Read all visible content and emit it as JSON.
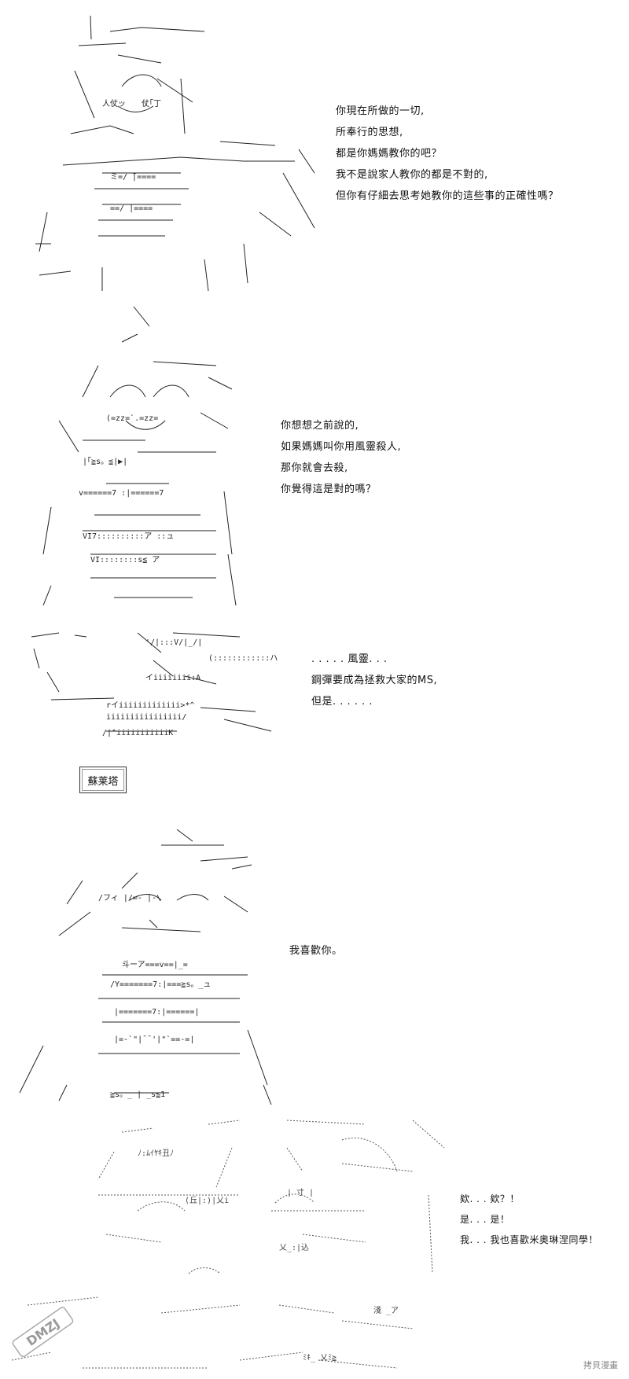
{
  "panels": [
    {
      "lines": [
        "你現在所做的一切,",
        "所奉行的思想,",
        "都是你媽媽教你的吧？",
        "我不是說家人教你的都是不對的,",
        "但你有仔細去思考她教你的這些事的正確性嗎？"
      ]
    },
    {
      "lines": [
        "你想想之前說的,",
        "如果媽媽叫你用風靈殺人,",
        "那你就會去殺,",
        "你覺得這是對的嗎？"
      ]
    },
    {
      "lines": [
        ". . . . . 風靈. . .",
        "鋼彈要成為拯救大家的MS,",
        "但是. . . . . ."
      ]
    },
    {
      "speaker": "蘇莱塔",
      "lines": [
        "我喜歡你。"
      ]
    },
    {
      "lines": [
        "欸. . . 欸？！",
        "是. . . 是！",
        "我. . . 我也喜歡米奧琳涅同學！"
      ]
    }
  ],
  "watermark": {
    "logo": "DMZJ",
    "text": "拷貝漫畫"
  }
}
